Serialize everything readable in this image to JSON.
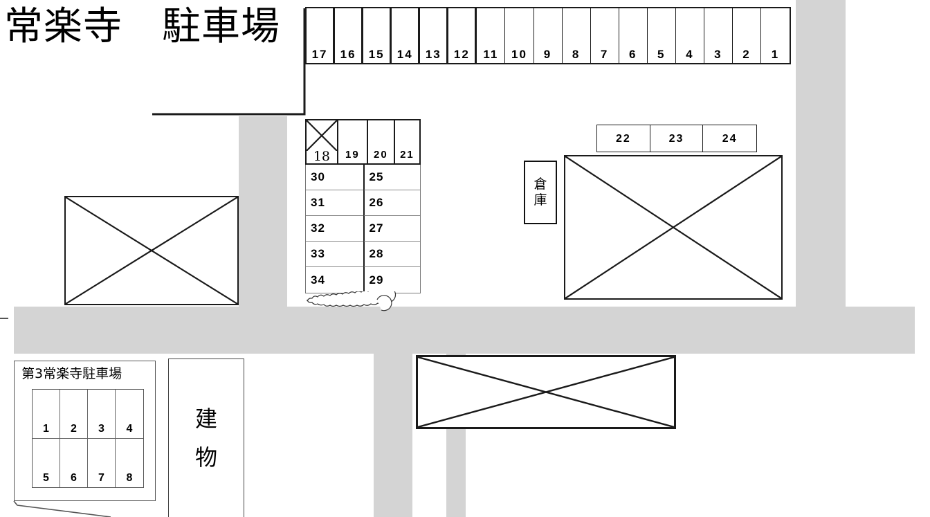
{
  "map": {
    "title": "常楽寺　駐車場",
    "bg_color": "#ffffff",
    "road_color": "#d4d4d4",
    "line_color": "#1a1a1a"
  },
  "top_row": {
    "name": "main-parking-row",
    "stalls": [
      "17",
      "16",
      "15",
      "14",
      "13",
      "12",
      "11",
      "10",
      "9",
      "8",
      "7",
      "6",
      "5",
      "4",
      "3",
      "2",
      "1"
    ]
  },
  "row_1821": {
    "name": "parking-row-18-21",
    "stalls": [
      "18",
      "19",
      "20",
      "21"
    ],
    "crossed_out": [
      "18"
    ]
  },
  "row_2224": {
    "name": "parking-row-22-24",
    "stalls": [
      "22",
      "23",
      "24"
    ]
  },
  "grid_2534": {
    "name": "parking-grid-25-34",
    "left_column": [
      "30",
      "31",
      "32",
      "33",
      "34"
    ],
    "right_column": [
      "25",
      "26",
      "27",
      "28",
      "29"
    ]
  },
  "warehouse": {
    "label": "倉庫",
    "chars": [
      "倉",
      "庫"
    ]
  },
  "building": {
    "label": "建物",
    "chars": [
      "建",
      "物"
    ]
  },
  "third_lot": {
    "label": "第3常楽寺駐車場",
    "stalls_row1": [
      "1",
      "2",
      "3",
      "4"
    ],
    "stalls_row2": [
      "5",
      "6",
      "7",
      "8"
    ]
  },
  "structures": {
    "left_building": "crossed-building-left",
    "right_building": "crossed-building-right",
    "bottom_building": "crossed-building-bottom"
  }
}
